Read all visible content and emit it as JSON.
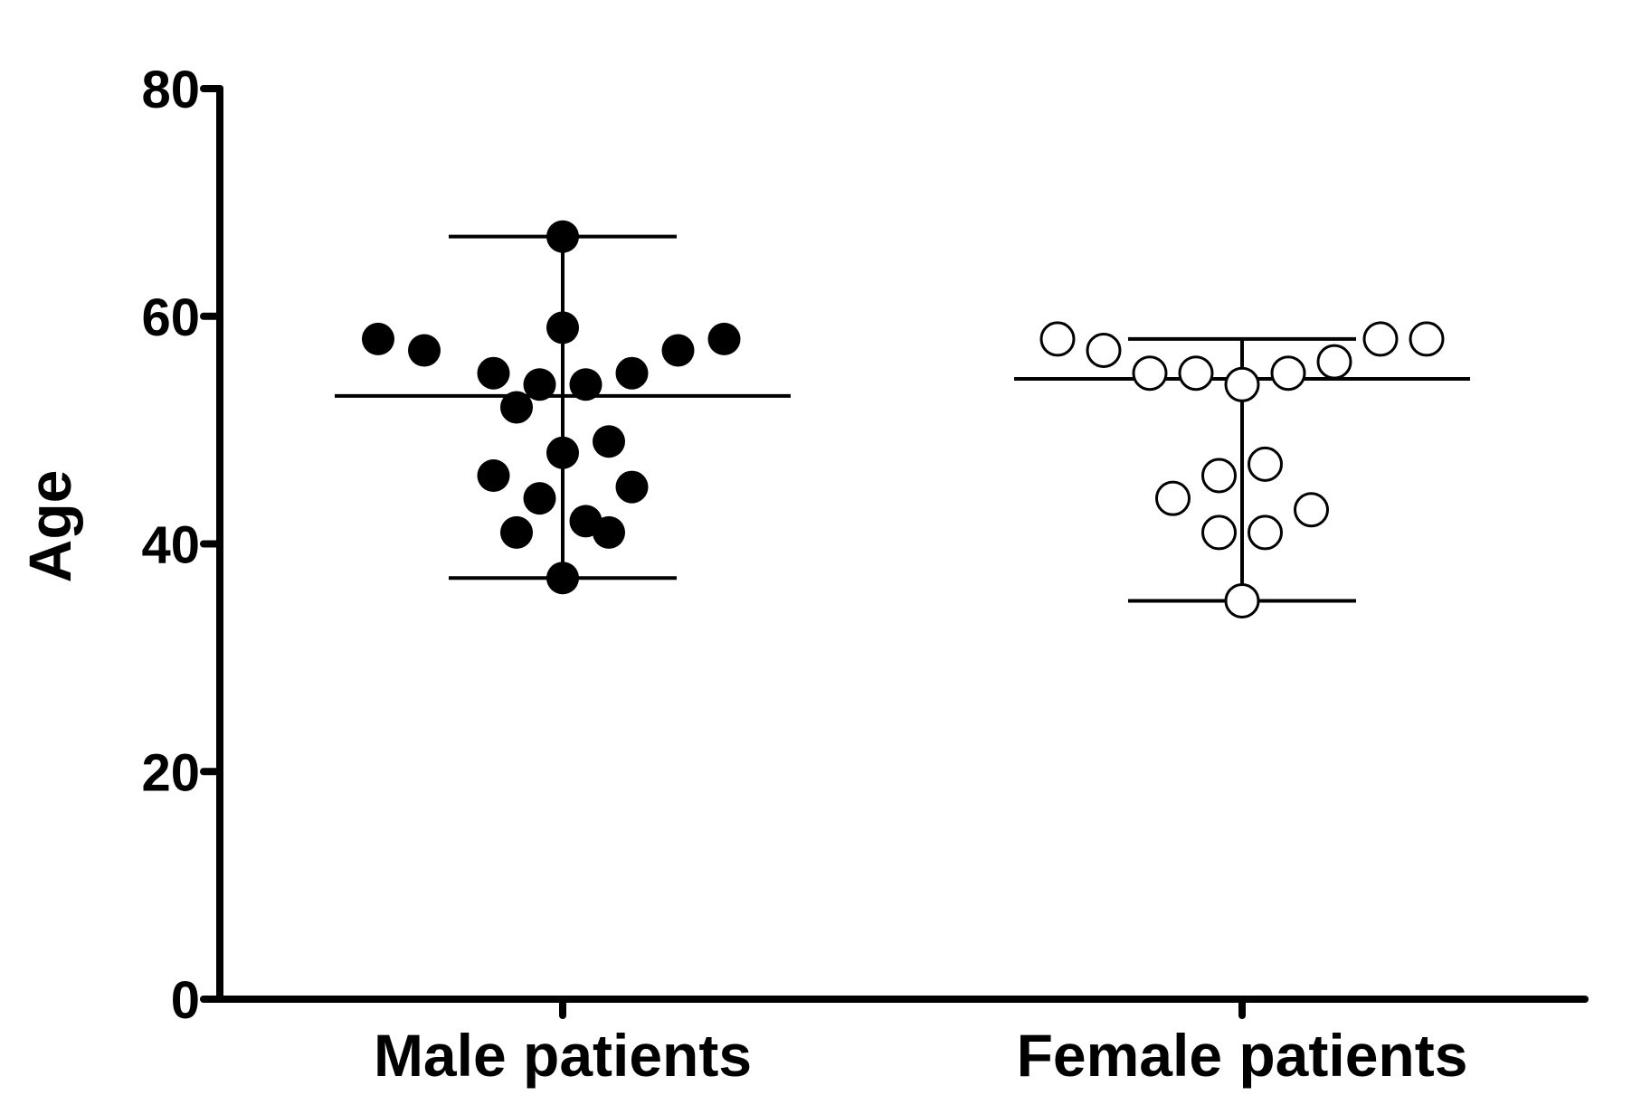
{
  "chart_data": {
    "type": "scatter",
    "ylabel": "Age",
    "xlabel": "",
    "ylim": [
      0,
      80
    ],
    "yticks": [
      0,
      20,
      40,
      60,
      80
    ],
    "categories": [
      "Male patients",
      "Female patients"
    ],
    "grid": false,
    "series": [
      {
        "category": "Male patients",
        "marker": "filled-circle",
        "color": "#000000",
        "mean": 53,
        "min": 37,
        "max": 67,
        "points": [
          {
            "offset": 0,
            "y": 67
          },
          {
            "offset": -4,
            "y": 58
          },
          {
            "offset": -3,
            "y": 57
          },
          {
            "offset": -1.5,
            "y": 55
          },
          {
            "offset": -0.5,
            "y": 54
          },
          {
            "offset": 0,
            "y": 59
          },
          {
            "offset": 0.5,
            "y": 54
          },
          {
            "offset": 1.5,
            "y": 55
          },
          {
            "offset": 2.5,
            "y": 57
          },
          {
            "offset": 3.5,
            "y": 58
          },
          {
            "offset": -1,
            "y": 52
          },
          {
            "offset": 1,
            "y": 49
          },
          {
            "offset": 0,
            "y": 48
          },
          {
            "offset": -1.5,
            "y": 46
          },
          {
            "offset": 1.5,
            "y": 45
          },
          {
            "offset": -0.5,
            "y": 44
          },
          {
            "offset": 0.5,
            "y": 42
          },
          {
            "offset": -1,
            "y": 41
          },
          {
            "offset": 1,
            "y": 41
          },
          {
            "offset": 0,
            "y": 37
          }
        ]
      },
      {
        "category": "Female patients",
        "marker": "open-circle",
        "color": "#000000",
        "mean": 54.5,
        "min": 35,
        "max": 58,
        "points": [
          {
            "offset": -4,
            "y": 58
          },
          {
            "offset": -3,
            "y": 57
          },
          {
            "offset": -2,
            "y": 55
          },
          {
            "offset": -1,
            "y": 55
          },
          {
            "offset": 0,
            "y": 54
          },
          {
            "offset": 1,
            "y": 55
          },
          {
            "offset": 2,
            "y": 56
          },
          {
            "offset": 3,
            "y": 58
          },
          {
            "offset": 4,
            "y": 58
          },
          {
            "offset": 0.5,
            "y": 47
          },
          {
            "offset": -0.5,
            "y": 46
          },
          {
            "offset": -1.5,
            "y": 44
          },
          {
            "offset": 1.5,
            "y": 43
          },
          {
            "offset": -0.5,
            "y": 41
          },
          {
            "offset": 0.5,
            "y": 41
          },
          {
            "offset": 0,
            "y": 35
          }
        ]
      }
    ]
  }
}
